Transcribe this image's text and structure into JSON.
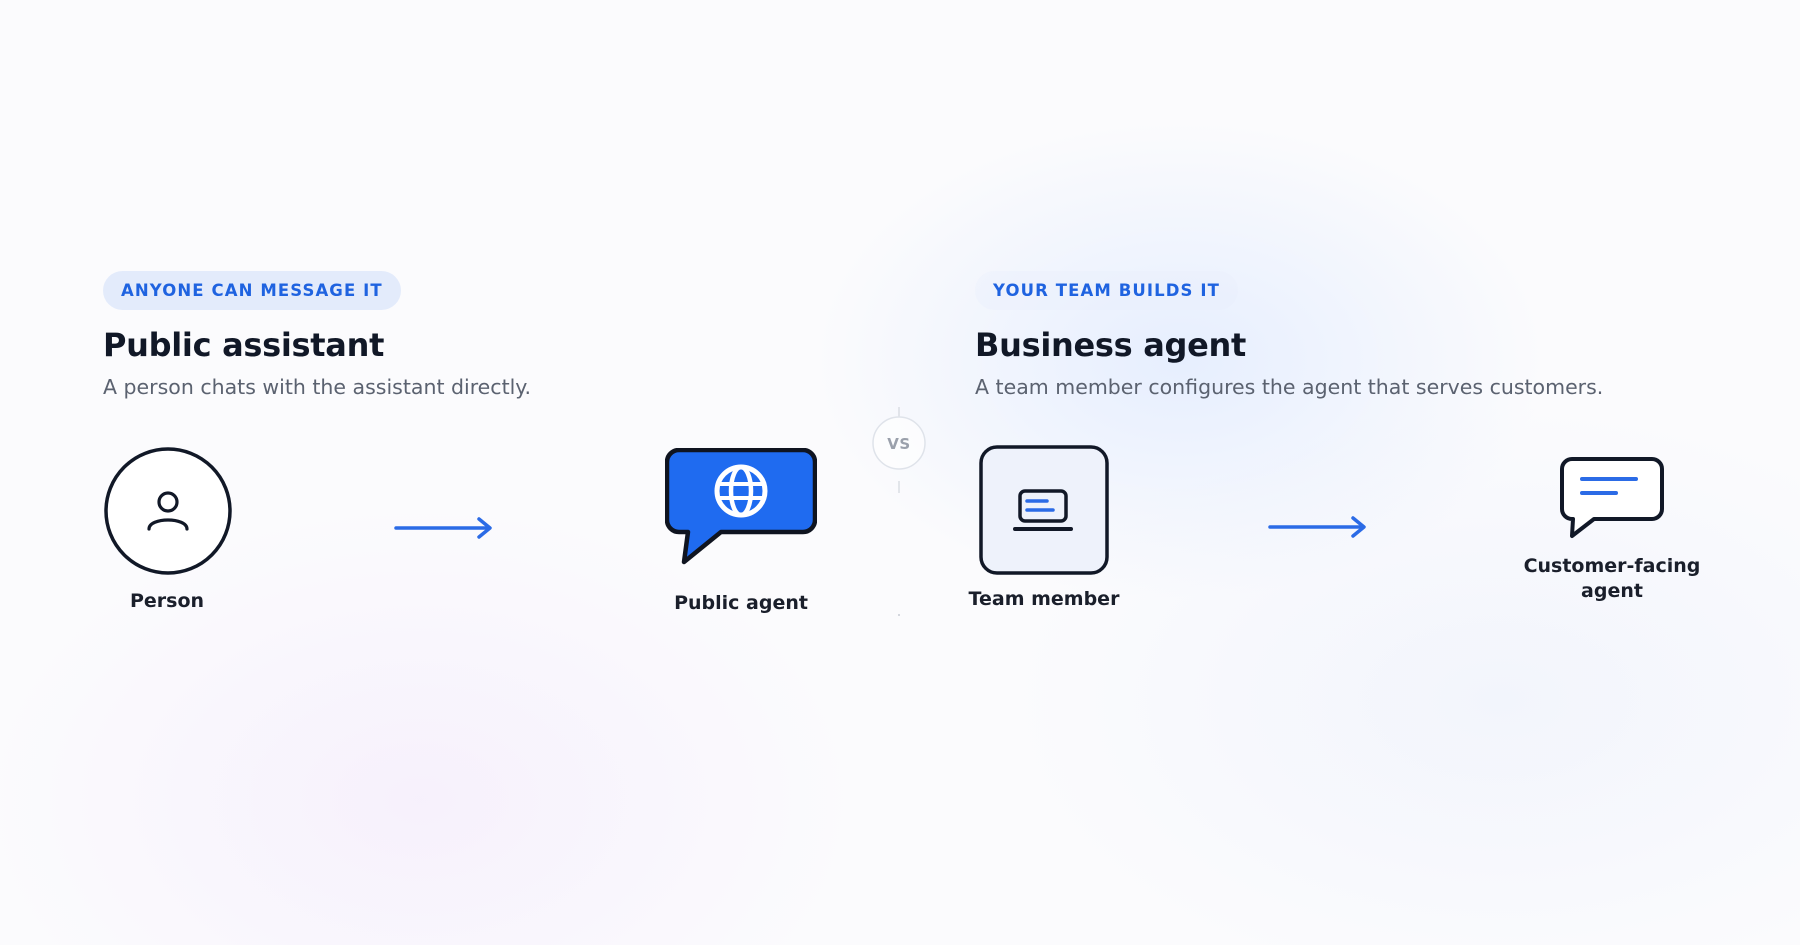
{
  "left_panel": {
    "tag": "ANYONE CAN MESSAGE IT",
    "title": "Public assistant",
    "subtitle": "A person chats with the assistant directly.",
    "from_node": {
      "label": "Person",
      "icon": "person-icon"
    },
    "to_node": {
      "label": "Public agent",
      "icon": "globe-chat-bubble-icon"
    }
  },
  "divider": {
    "label": "VS"
  },
  "right_panel": {
    "tag": "YOUR TEAM BUILDS IT",
    "title": "Business agent",
    "subtitle": "A team member configures the agent that serves customers.",
    "from_node": {
      "label": "Team member",
      "icon": "laptop-icon"
    },
    "to_node": {
      "label": "Customer-facing agent",
      "icon": "chat-bubble-icon"
    }
  },
  "colors": {
    "accent": "#1f63e0",
    "agent_fill": "#1f6bf0",
    "ink": "#111827",
    "muted": "#5b6270",
    "pill_bg": "#e3ebfb"
  }
}
